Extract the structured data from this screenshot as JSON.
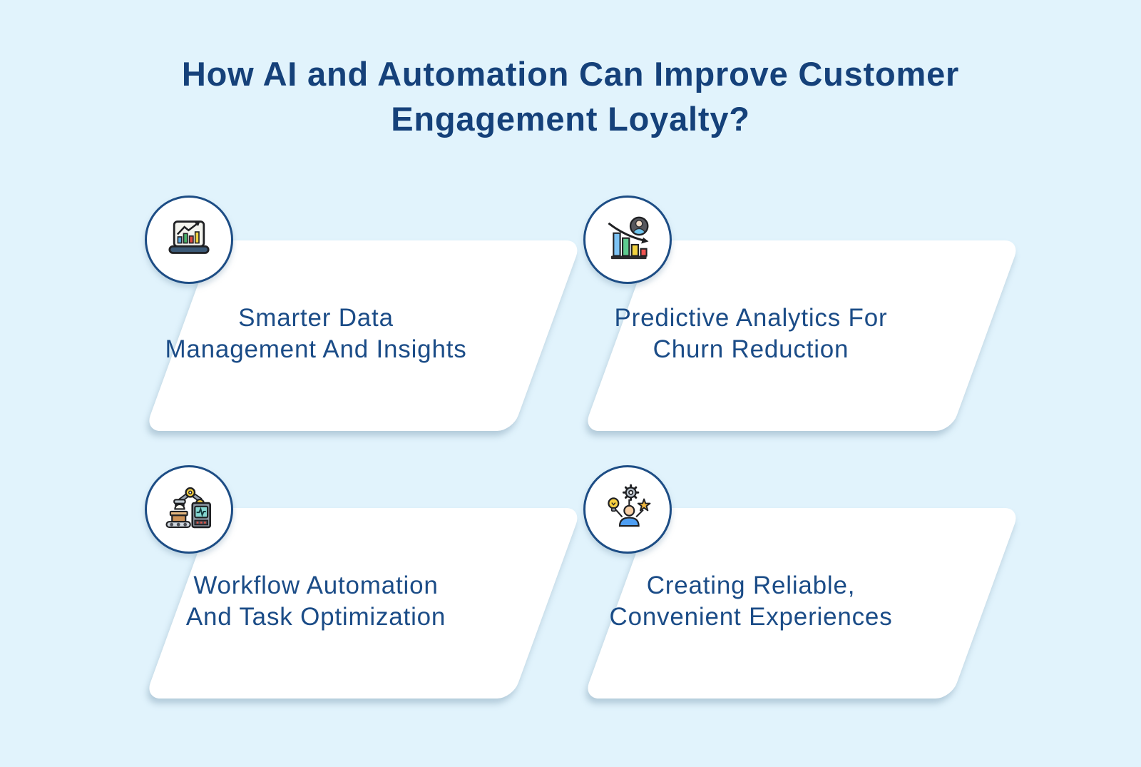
{
  "page": {
    "title_line1": "How AI and Automation Can Improve Customer",
    "title_line2": "Engagement Loyalty?",
    "colors": {
      "background": "#e1f3fc",
      "title_text": "#15417a",
      "card_text": "#1b4c87",
      "circle_border": "#1d4d85",
      "card_background": "#ffffff"
    }
  },
  "cards": [
    {
      "icon": "laptop-analytics-chart-icon",
      "line1": "Smarter Data",
      "line2": "Management And Insights"
    },
    {
      "icon": "declining-bar-chart-customer-icon",
      "line1": "Predictive Analytics For",
      "line2": "Churn Reduction"
    },
    {
      "icon": "robotic-arm-conveyor-machine-icon",
      "line1": "Workflow Automation",
      "line2": "And Task Optimization"
    },
    {
      "icon": "person-gear-lightbulb-star-icon",
      "line1": "Creating Reliable,",
      "line2": "Convenient Experiences"
    }
  ]
}
